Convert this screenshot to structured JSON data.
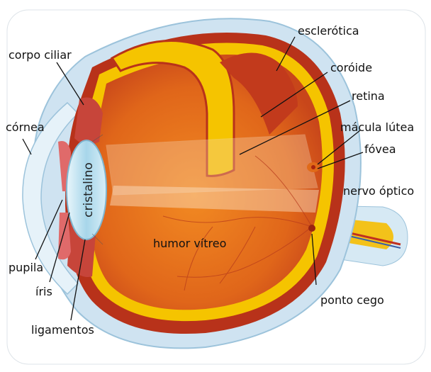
{
  "labels": {
    "esclerotica": "esclerótica",
    "coroide": "coróide",
    "retina": "retina",
    "macula": "mácula lútea",
    "fovea": "fóvea",
    "nervo": "nervo óptico",
    "ponto": "ponto cego",
    "humor": "humor vítreo",
    "cristalino": "cristalino",
    "corpo": "corpo ciliar",
    "cornea": "córnea",
    "pupila": "pupila",
    "iris": "íris",
    "ligamentos": "ligamentos"
  },
  "colors": {
    "sclera": "#cfe3f1",
    "choroid": "#c23a1c",
    "retina": "#f5c400",
    "vitreous": "#e8751a",
    "lens": "#a9d8ec"
  }
}
